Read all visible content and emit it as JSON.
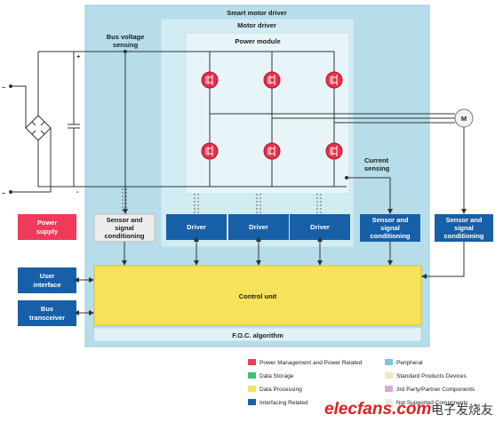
{
  "colors": {
    "outer_panel": "#b6dde9",
    "motor_driver_panel": "#d2ecf3",
    "power_module_panel": "#e7f5f9",
    "block_blue": "#175fa7",
    "block_red": "#ef3a5c",
    "block_gray": "#ececec",
    "control_yellow": "#f7e35a",
    "foc_bar": "#e3f2f7",
    "mosfet_red": "#e8304a"
  },
  "labels": {
    "smart_motor_driver": "Smart motor driver",
    "motor_driver": "Motor driver",
    "power_module": "Power module",
    "bus_voltage_sensing": [
      "Bus voltage",
      "sensing"
    ],
    "current_sensing": [
      "Current",
      "sensing"
    ],
    "motor": "M",
    "plus": "+",
    "minus": "-",
    "ac_top": "~",
    "ac_bottom": "~"
  },
  "blocks": {
    "power_supply": [
      "Power",
      "supply"
    ],
    "sensor_gray": [
      "Sensor and",
      "signal",
      "conditioning"
    ],
    "driver_1": "Driver",
    "driver_2": "Driver",
    "driver_3": "Driver",
    "sensor_blue_1": [
      "Sensor and",
      "signal",
      "conditioning"
    ],
    "sensor_blue_2": [
      "Sensor and",
      "signal",
      "conditioning"
    ],
    "user_interface": [
      "User",
      "interface"
    ],
    "bus_transceiver": [
      "Bus",
      "transceiver"
    ],
    "control_unit": "Control unit",
    "foc_algorithm": "F.O.C. algorithm"
  },
  "legend": [
    {
      "label": "Power Management and Power Related",
      "color": "#ef3a5c"
    },
    {
      "label": "Peripheral",
      "color": "#7ec3dd"
    },
    {
      "label": "Data Storage",
      "color": "#3fc26f"
    },
    {
      "label": "Standard Products Devices",
      "color": "#efe7c0"
    },
    {
      "label": "Data Processing",
      "color": "#f7e35a"
    },
    {
      "label": "3rd Party/Partner Components",
      "color": "#d9a9d6"
    },
    {
      "label": "Interfacing Related",
      "color": "#175fa7"
    },
    {
      "label": "Not Supported Components",
      "color": "#ececec"
    }
  ],
  "watermark": {
    "brand": "elecfans.com",
    "cn": "电子发烧友"
  }
}
